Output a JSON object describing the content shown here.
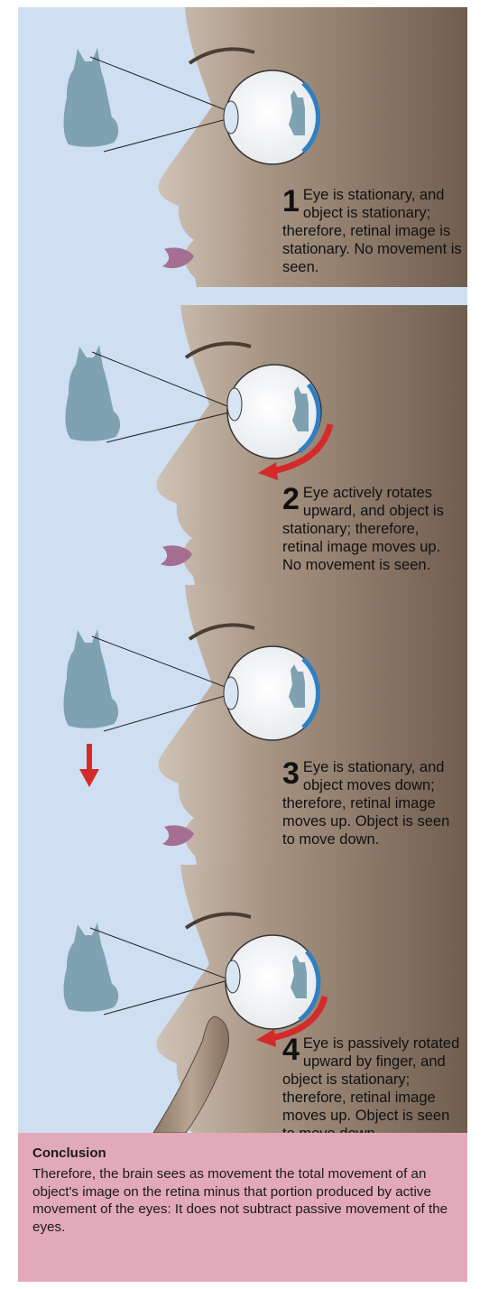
{
  "steps": [
    {
      "number": "1",
      "text": "Eye is stationary, and object is stationary; therefore, retinal image is stationary. No movement is seen."
    },
    {
      "number": "2",
      "text": "Eye actively rotates upward, and object is stationary; therefore, retinal image moves up. No movement is seen."
    },
    {
      "number": "3",
      "text": "Eye is stationary, and object moves down; therefore, retinal image moves up. Object is seen to move down."
    },
    {
      "number": "4",
      "text": "Eye is passively rotated upward by finger, and object is stationary; therefore, retinal image moves up. Object is seen to move down."
    }
  ],
  "conclusion": {
    "title": "Conclusion",
    "text": "Therefore, the brain sees as movement the total movement of an object's image on the retina minus that portion produced by active movement of the eyes: It does not subtract passive movement of the eyes."
  },
  "colors": {
    "panel_background": "#cfdff1",
    "conclusion_background": "#e2aab8",
    "cat": "#7ea2b2",
    "skin": "#9a8673",
    "arrow": "#d42a2a",
    "retina": "#2f7fc2"
  }
}
